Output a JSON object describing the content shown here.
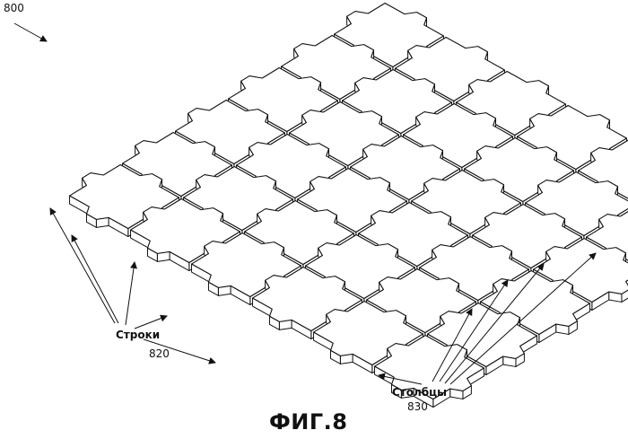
{
  "figure": {
    "ref_number": "800",
    "caption": "ФИГ.8"
  },
  "labels": {
    "rows_label": "Строки",
    "rows_ref": "820",
    "cols_label": "Столбцы",
    "cols_ref": "830"
  },
  "grid": {
    "rows": 6,
    "cols": 6
  },
  "colors": {
    "line": "#111111",
    "fill": "#ffffff"
  }
}
